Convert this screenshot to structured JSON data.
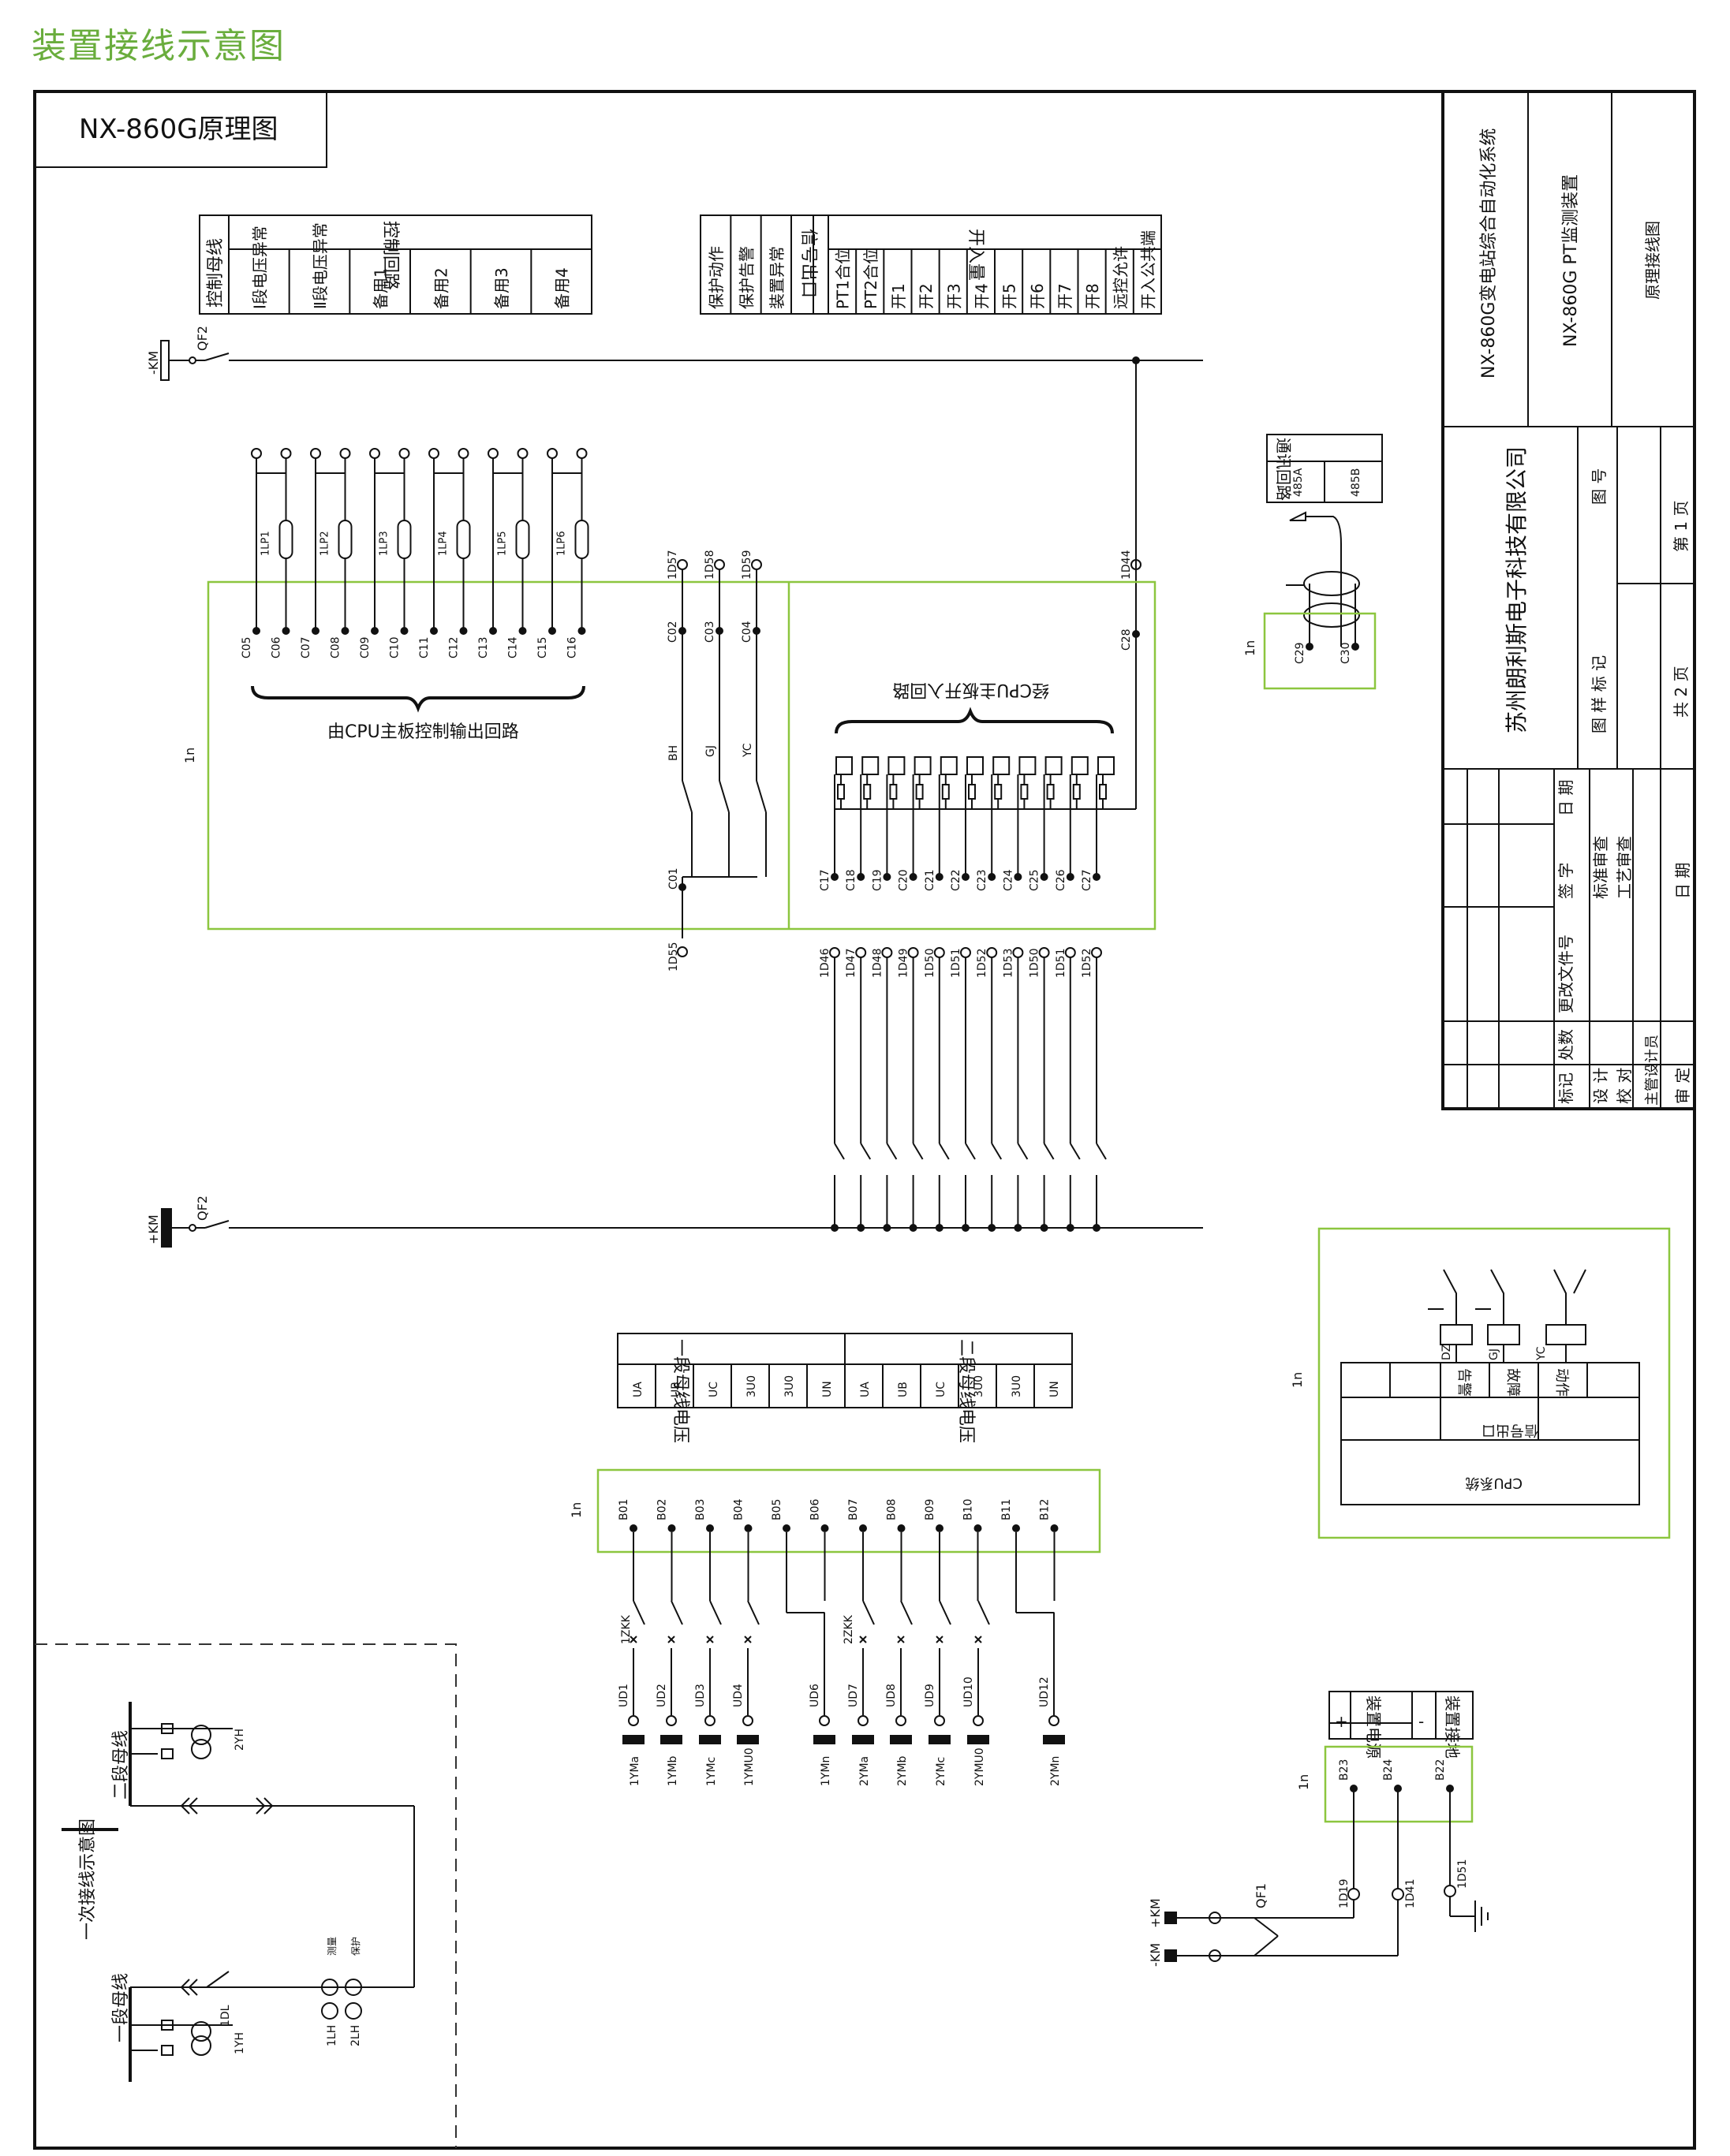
{
  "page_title": "装置接线示意图",
  "drawing_title": "NX-860G原理图",
  "title_block": {
    "system": "NX-860G变电站综合自动化系统",
    "device": "NX-860G  PT监测装置",
    "sheet_name": "原理接线图",
    "company": "苏州朗利斯电子科技有限公司",
    "figure_no": "图  号",
    "page": "第  1  页",
    "sample_mark": "图 样 标 记",
    "total": "共  2  页",
    "date": "日 期",
    "sign": "签  字",
    "change_doc": "更改文件号",
    "count": "处数",
    "mark": "标记",
    "std_review": "标准审查",
    "process_review": "工艺审查",
    "design": "设  计",
    "check": "校  对",
    "chief": "主管设计员",
    "approve": "审  定",
    "date2": "日  期"
  },
  "control_table": {
    "bus": "控制母线",
    "header": "控制回路",
    "cols": [
      "Ⅰ段电压异常",
      "Ⅱ段电压异常",
      "备用1",
      "备用2",
      "备用3",
      "备用4"
    ]
  },
  "signal_table": {
    "header": "信号出口",
    "cols": [
      "保护动作",
      "保护告警",
      "装置异常"
    ]
  },
  "input_table": {
    "header": "开入量",
    "cols": [
      "PT1合位",
      "PT2合位",
      "开1",
      "开2",
      "开3",
      "开4",
      "开5",
      "开6",
      "开7",
      "开8",
      "远控允许",
      "开入公共端"
    ]
  },
  "comm_table": {
    "header": "通讯回路",
    "cols": [
      "485A",
      "485B"
    ]
  },
  "voltage_table": {
    "seg1": "一段母线电压",
    "seg2": "二段母线电压",
    "cols": [
      "UA",
      "UB",
      "UC",
      "3U0",
      "3U0",
      "UN",
      "UA",
      "UB",
      "UC",
      "3U0",
      "3U0",
      "UN"
    ]
  },
  "power_table": {
    "rows": [
      "+",
      "装置电源",
      "-",
      "装置接地"
    ]
  },
  "labels": {
    "km_minus": "-KM",
    "km_plus": "+KM",
    "qf2": "QF2",
    "qf1": "QF1",
    "n1": "1n",
    "output_note": "由CPU主板控制输出回路",
    "input_note": "经CPU主板开入回路",
    "bh": "BH",
    "gj": "GJ",
    "yc": "YC",
    "dz": "DZ",
    "gj2": "GJ",
    "yc2": "YC",
    "cpu_sys": "CPU系统",
    "sig_out": "信号出口",
    "alarm": "告警",
    "fault": "故障",
    "act": "动作",
    "primary": "一次接线示意图",
    "bus1": "一段母线",
    "bus2": "二段母线",
    "dl": "1DL",
    "yh1": "1YH",
    "yh2": "2YH",
    "lh1": "1LH",
    "lh2": "2LH",
    "meas": "测量",
    "prot": "保护",
    "zkk1": "1ZKK",
    "zkk2": "2ZKK",
    "d19": "1D19",
    "d41": "1D41",
    "d51": "1D51"
  },
  "terminals": {
    "lp": [
      "1LP1",
      "1LP2",
      "1LP3",
      "1LP4",
      "1LP5",
      "1LP6"
    ],
    "c_out": [
      "C05",
      "C06",
      "C07",
      "C08",
      "C09",
      "C10",
      "C11",
      "C12",
      "C13",
      "C14",
      "C15",
      "C16"
    ],
    "c_sig": [
      "C02",
      "C03",
      "C04"
    ],
    "d_sig": [
      "1D57",
      "1D58",
      "1D59"
    ],
    "c01": "C01",
    "d55": "1D55",
    "c28": "C28",
    "d44": "1D44",
    "c_in": [
      "C17",
      "C18",
      "C19",
      "C20",
      "C21",
      "C22",
      "C23",
      "C24",
      "C25",
      "C26",
      "C27"
    ],
    "d_in": [
      "1D46",
      "1D47",
      "1D48",
      "1D49",
      "1D50",
      "1D51",
      "1D52",
      "1D53",
      "1D50",
      "1D51",
      "1D52"
    ],
    "c_comm": [
      "C29",
      "C30"
    ],
    "b": [
      "B01",
      "B02",
      "B03",
      "B04",
      "B05",
      "B06",
      "B07",
      "B08",
      "B09",
      "B10",
      "B11",
      "B12"
    ],
    "ud": [
      "UD1",
      "UD2",
      "UD3",
      "UD4",
      "UD6",
      "UD7",
      "UD8",
      "UD9",
      "UD10",
      "UD12"
    ],
    "ym": [
      "1YMa",
      "1YMb",
      "1YMc",
      "1YMU0",
      "1YMn",
      "2YMa",
      "2YMb",
      "2YMc",
      "2YMU0",
      "2YMn"
    ],
    "b_pwr": [
      "B23",
      "B24",
      "B22"
    ]
  },
  "colors": {
    "accent": "#6aad3d",
    "box": "#8cc63f",
    "line": "#111111"
  }
}
